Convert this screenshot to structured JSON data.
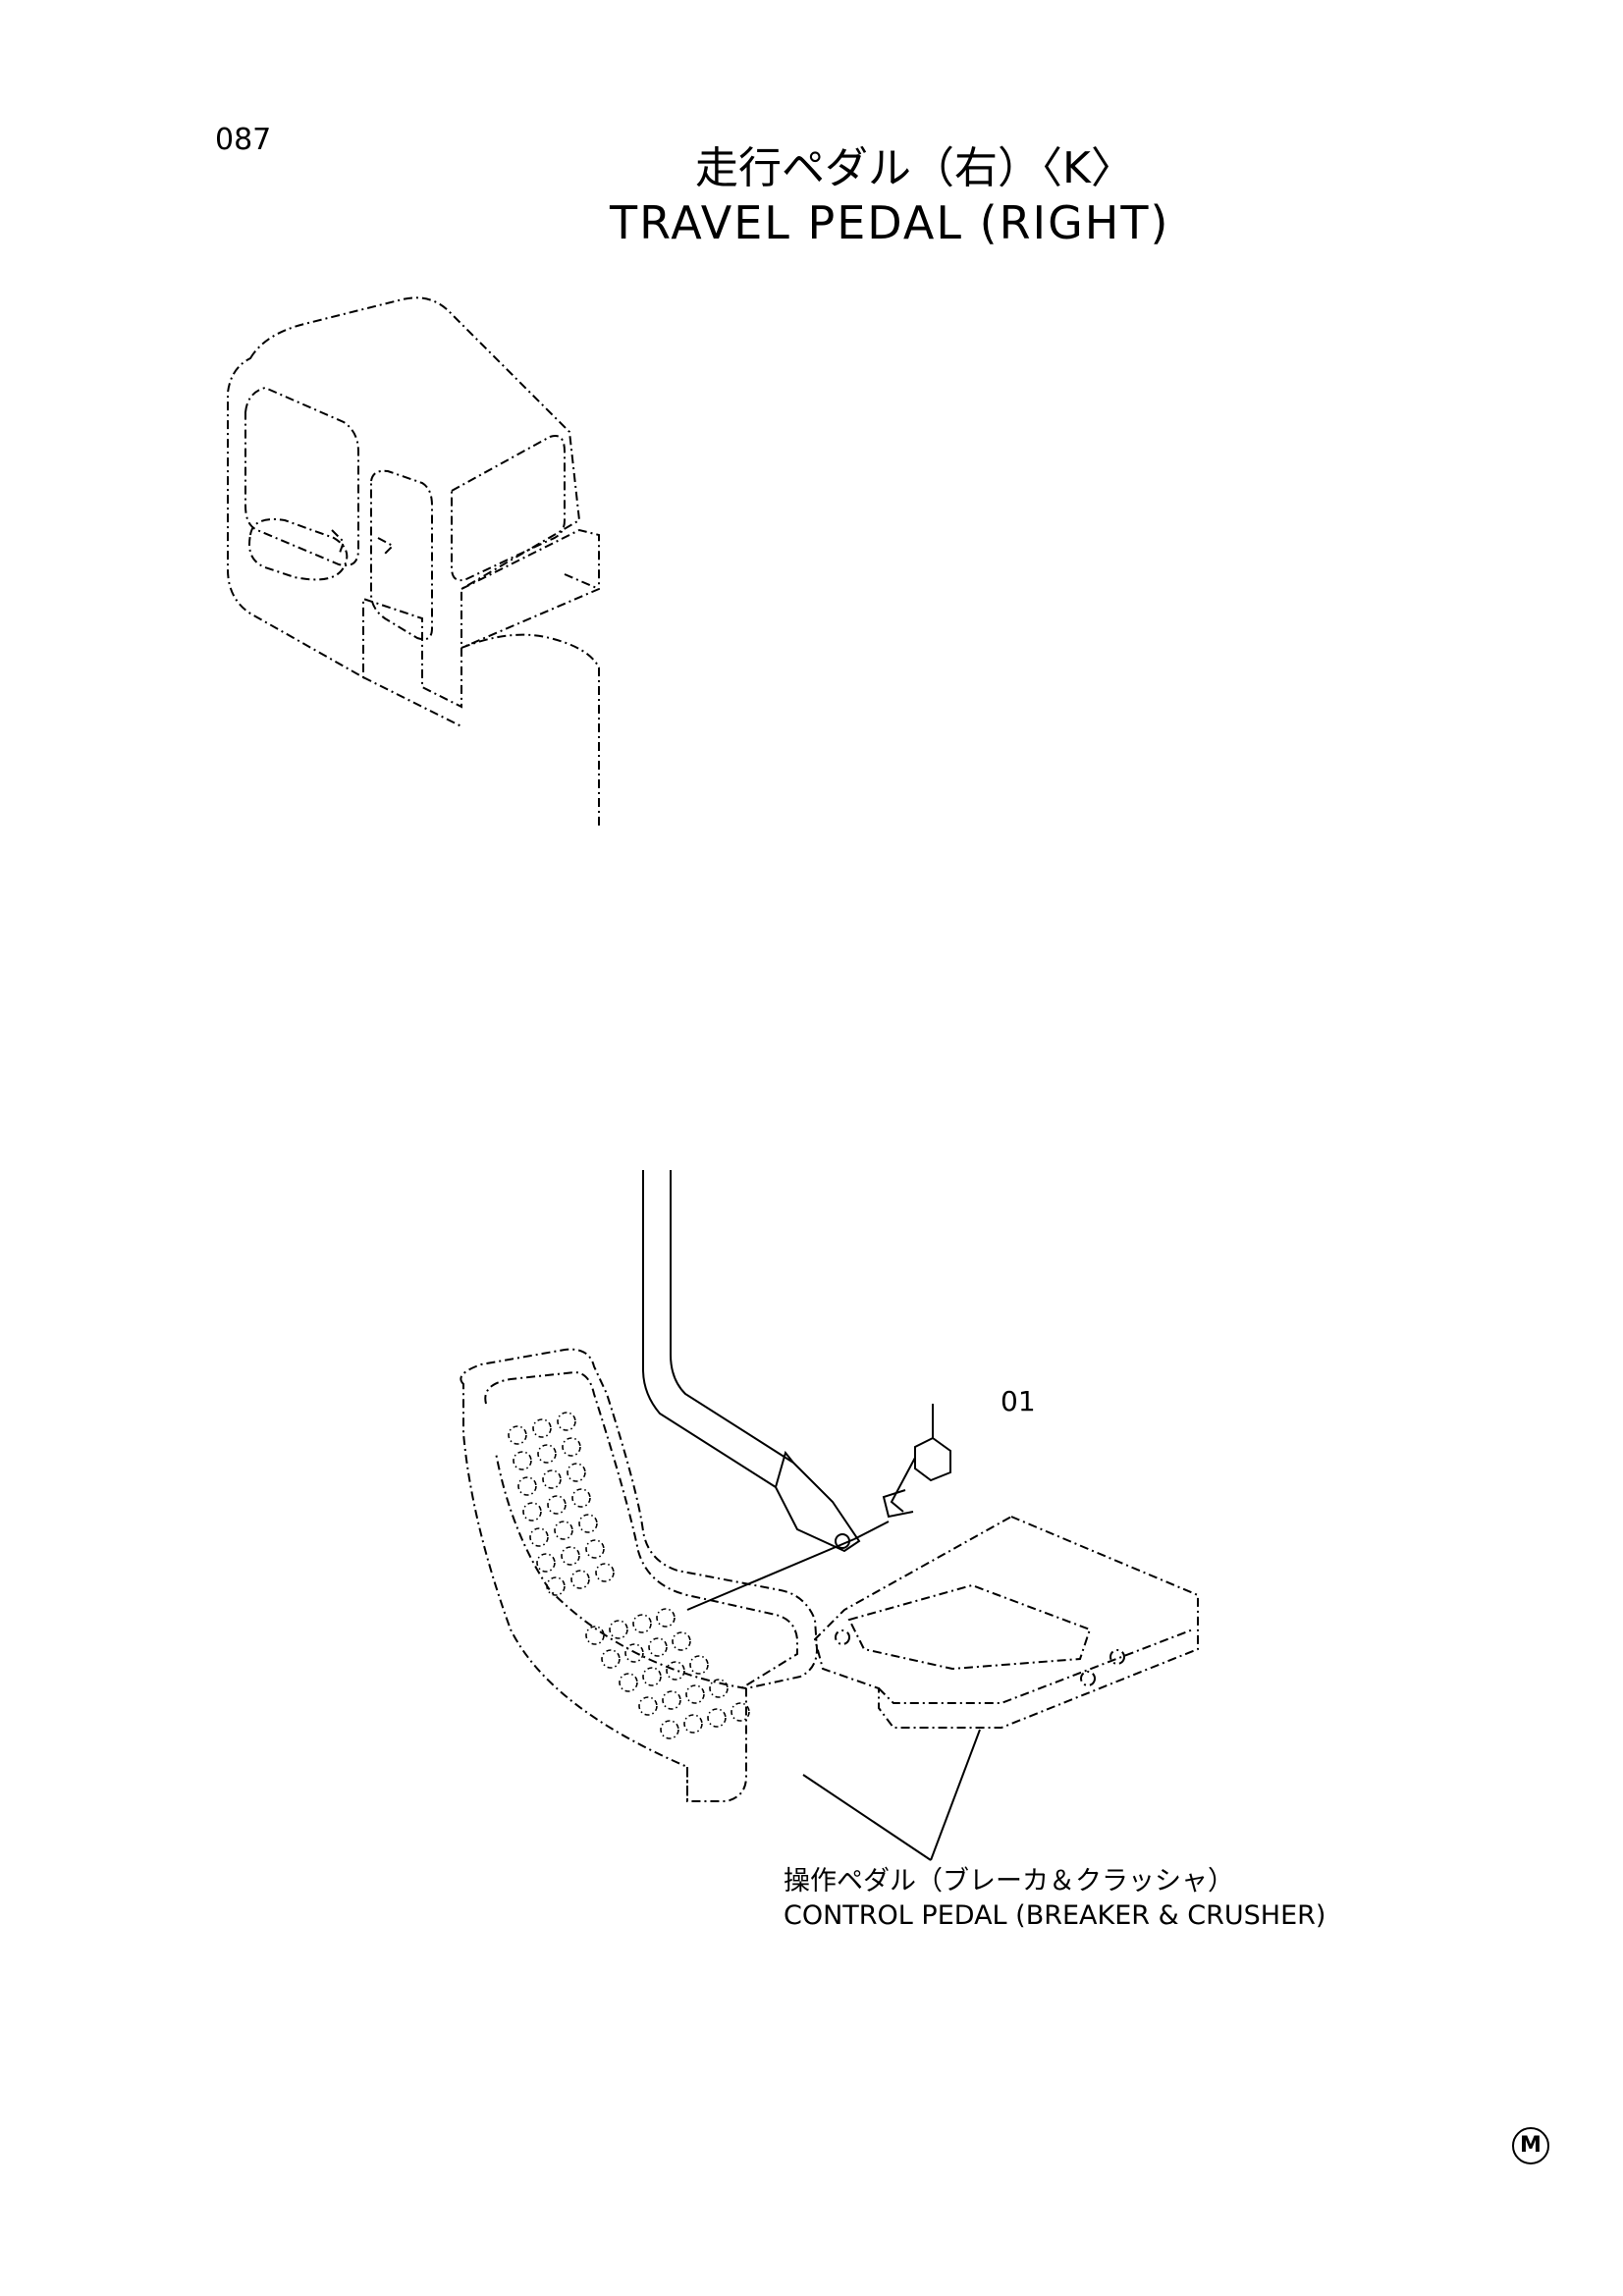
{
  "page": {
    "number": "087"
  },
  "title": {
    "japanese": "走行ペダル（右）〈K〉",
    "english": "TRAVEL PEDAL (RIGHT)"
  },
  "callouts": [
    {
      "ref": "01"
    }
  ],
  "part_label": {
    "japanese": "操作ペダル（ブレーカ＆クラッシャ）",
    "english": "CONTROL PEDAL (BREAKER & CRUSHER)"
  },
  "mark": "M"
}
